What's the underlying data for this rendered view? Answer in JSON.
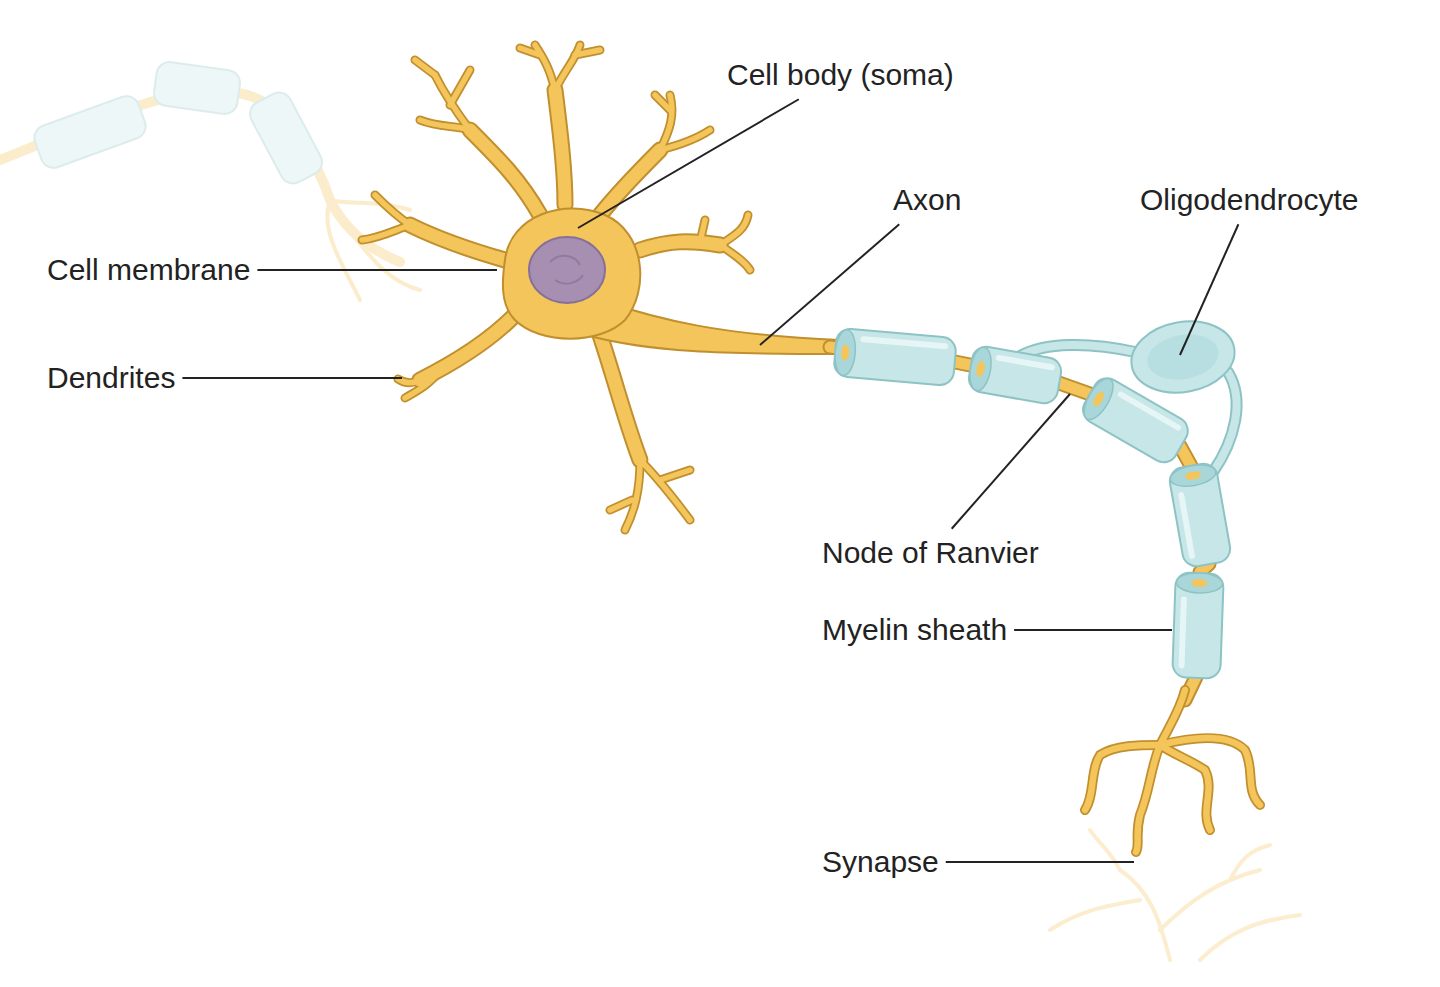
{
  "diagram": {
    "labels": [
      "Cell body (soma)",
      "Axon",
      "Oligodendrocyte",
      "Cell membrane",
      "Dendrites",
      "Node of Ranvier",
      "Myelin sheath",
      "Synapse"
    ]
  }
}
